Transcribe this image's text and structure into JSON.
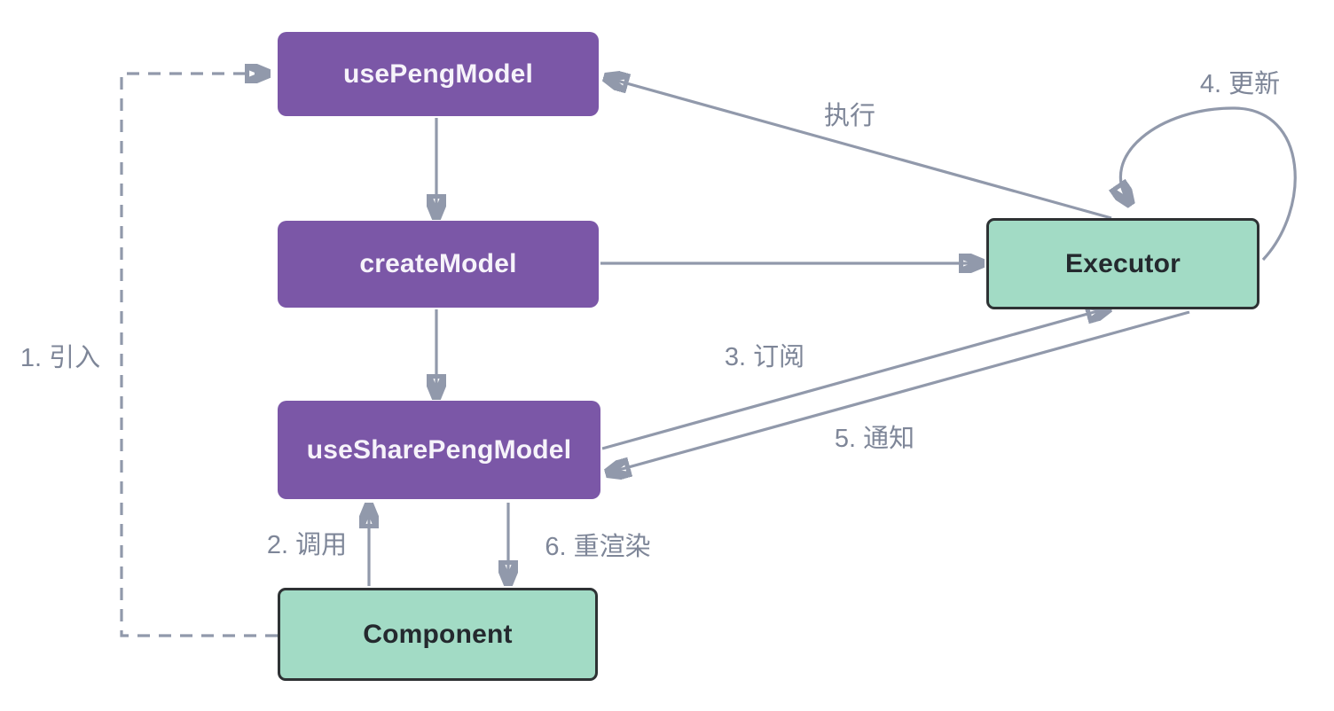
{
  "colors": {
    "purple_node": "#7B57A7",
    "purple_text": "#F6F3FA",
    "green_node": "#A2DBC5",
    "green_border": "#2E3234",
    "green_text": "#24292E",
    "arrow": "#9199AB",
    "label_text": "#7E8698",
    "background": "#FFFFFF"
  },
  "diagram": {
    "nodes": {
      "use_peng_model": {
        "label": "usePengModel"
      },
      "create_model": {
        "label": "createModel"
      },
      "use_share_peng_model": {
        "label": "useSharePengModel"
      },
      "executor": {
        "label": "Executor"
      },
      "component": {
        "label": "Component"
      }
    },
    "edges": {
      "import": {
        "label": "1. 引入",
        "from": "component",
        "to": "use_peng_model",
        "style": "dashed"
      },
      "call": {
        "label": "2. 调用",
        "from": "component",
        "to": "use_share_peng_model",
        "style": "solid"
      },
      "subscribe": {
        "label": "3. 订阅",
        "from": "use_share_peng_model",
        "to": "executor",
        "style": "solid"
      },
      "update": {
        "label": "4. 更新",
        "from": "executor",
        "to": "executor",
        "style": "solid-loop"
      },
      "notify": {
        "label": "5. 通知",
        "from": "executor",
        "to": "use_share_peng_model",
        "style": "solid"
      },
      "rerender": {
        "label": "6. 重渲染",
        "from": "use_share_peng_model",
        "to": "component",
        "style": "solid"
      },
      "execute": {
        "label": "执行",
        "from": "executor",
        "to": "use_peng_model",
        "style": "solid"
      },
      "hook_to_model": {
        "label": "",
        "from": "use_peng_model",
        "to": "create_model",
        "style": "solid"
      },
      "model_to_share_hook": {
        "label": "",
        "from": "create_model",
        "to": "use_share_peng_model",
        "style": "solid"
      },
      "model_to_executor": {
        "label": "",
        "from": "create_model",
        "to": "executor",
        "style": "solid"
      }
    }
  }
}
